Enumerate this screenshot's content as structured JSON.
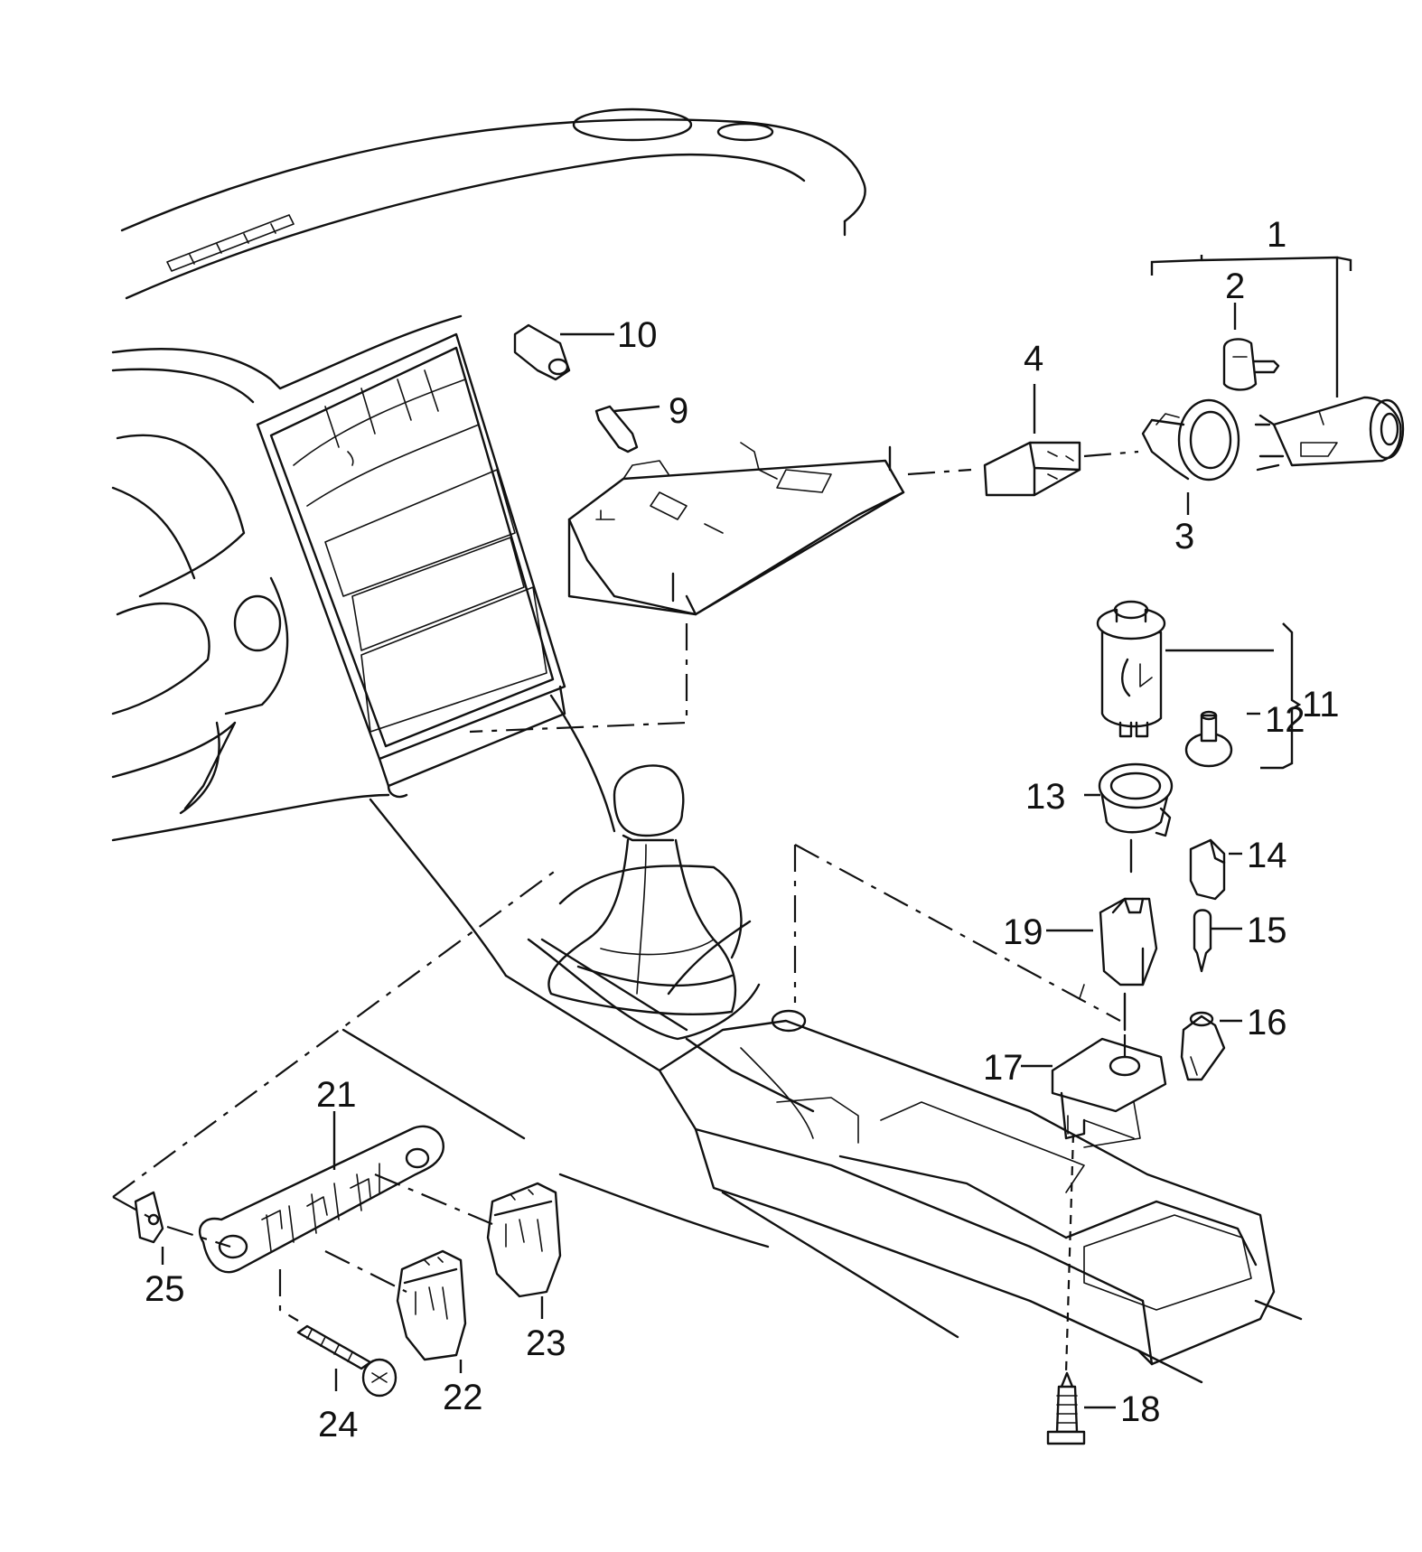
{
  "callouts": [
    {
      "id": "1",
      "label": "1"
    },
    {
      "id": "2",
      "label": "2"
    },
    {
      "id": "3",
      "label": "3"
    },
    {
      "id": "4",
      "label": "4"
    },
    {
      "id": "9",
      "label": "9"
    },
    {
      "id": "10",
      "label": "10"
    },
    {
      "id": "11",
      "label": "11"
    },
    {
      "id": "12",
      "label": "12"
    },
    {
      "id": "13",
      "label": "13"
    },
    {
      "id": "14",
      "label": "14"
    },
    {
      "id": "15",
      "label": "15"
    },
    {
      "id": "16",
      "label": "16"
    },
    {
      "id": "17",
      "label": "17"
    },
    {
      "id": "18",
      "label": "18"
    },
    {
      "id": "19",
      "label": "19"
    },
    {
      "id": "21",
      "label": "21"
    },
    {
      "id": "22",
      "label": "22"
    },
    {
      "id": "23",
      "label": "23"
    },
    {
      "id": "24",
      "label": "24"
    },
    {
      "id": "25",
      "label": "25"
    }
  ]
}
